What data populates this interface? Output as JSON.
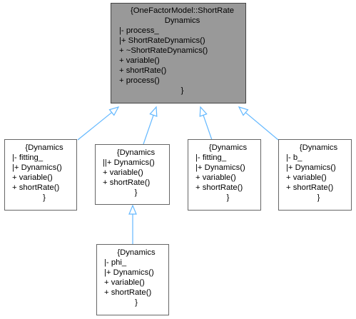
{
  "diagram": {
    "base": {
      "title": [
        "{OneFactorModel::ShortRate",
        "Dynamics"
      ],
      "members": [
        "|- process_",
        "|+ ShortRateDynamics()",
        "+ ~ShortRateDynamics()",
        "+ variable()",
        "+ shortRate()",
        "+ process()"
      ],
      "close": "}"
    },
    "derived": [
      {
        "title": [
          "{Dynamics"
        ],
        "members": [
          "|- fitting_",
          "|+ Dynamics()",
          "+ variable()",
          "+ shortRate()"
        ],
        "close": "}"
      },
      {
        "title": [
          "{Dynamics"
        ],
        "members": [
          "||+ Dynamics()",
          "+ variable()",
          "+ shortRate()"
        ],
        "close": "}"
      },
      {
        "title": [
          "{Dynamics"
        ],
        "members": [
          "|- fitting_",
          "|+ Dynamics()",
          "+ variable()",
          "+ shortRate()"
        ],
        "close": "}"
      },
      {
        "title": [
          "{Dynamics"
        ],
        "members": [
          "|- b_",
          "|+ Dynamics()",
          "+ variable()",
          "+ shortRate()"
        ],
        "close": "}"
      }
    ],
    "grandchild": {
      "title": [
        "{Dynamics"
      ],
      "members": [
        "|- phi_",
        "|+ Dynamics()",
        "+ variable()",
        "+ shortRate()"
      ],
      "close": "}"
    },
    "colors": {
      "base_fill": "#999999",
      "node_fill": "#ffffff",
      "node_border": "#666666",
      "edge": "#63b8ff"
    }
  }
}
